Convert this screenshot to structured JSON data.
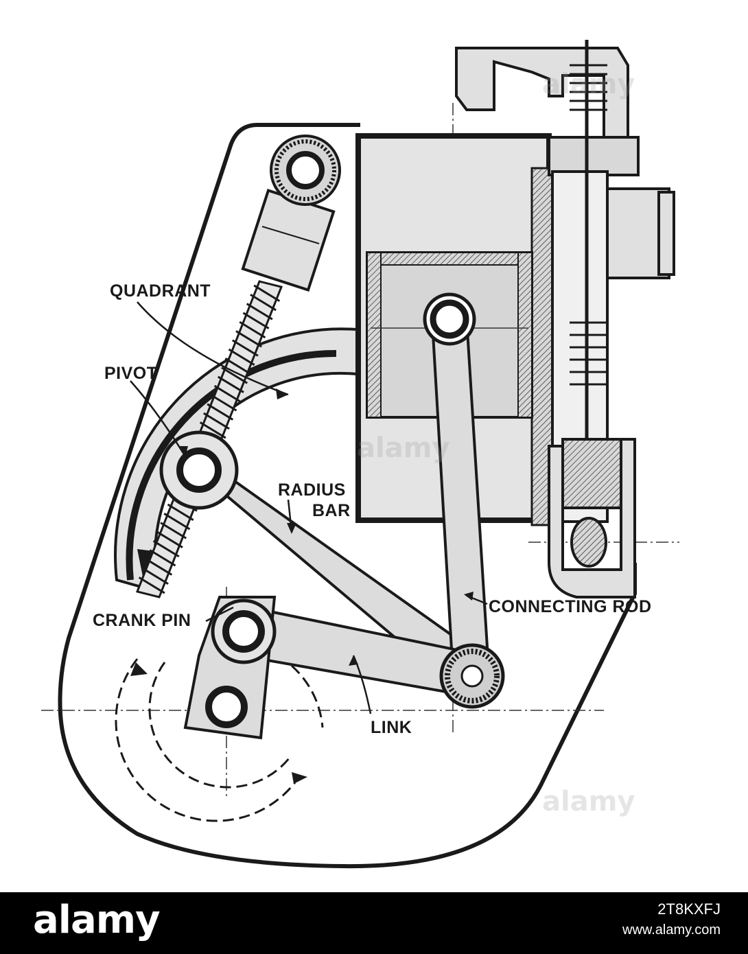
{
  "diagram": {
    "labels": {
      "quadrant": "QUADRANT",
      "pivot": "PIVOT",
      "radius_1": "RADIUS",
      "radius_2": "BAR",
      "connecting_rod": "CONNECTING ROD",
      "crank_pin": "CRANK PIN",
      "link": "LINK"
    }
  },
  "watermark": {
    "text": "alamy"
  },
  "footer": {
    "brand": "alamy",
    "image_id": "2T8KXFJ",
    "site": "www.alamy.com"
  },
  "colors": {
    "footer_bg": "#000000",
    "ink": "#1a1a1a",
    "shade": "#e2e2e2"
  }
}
